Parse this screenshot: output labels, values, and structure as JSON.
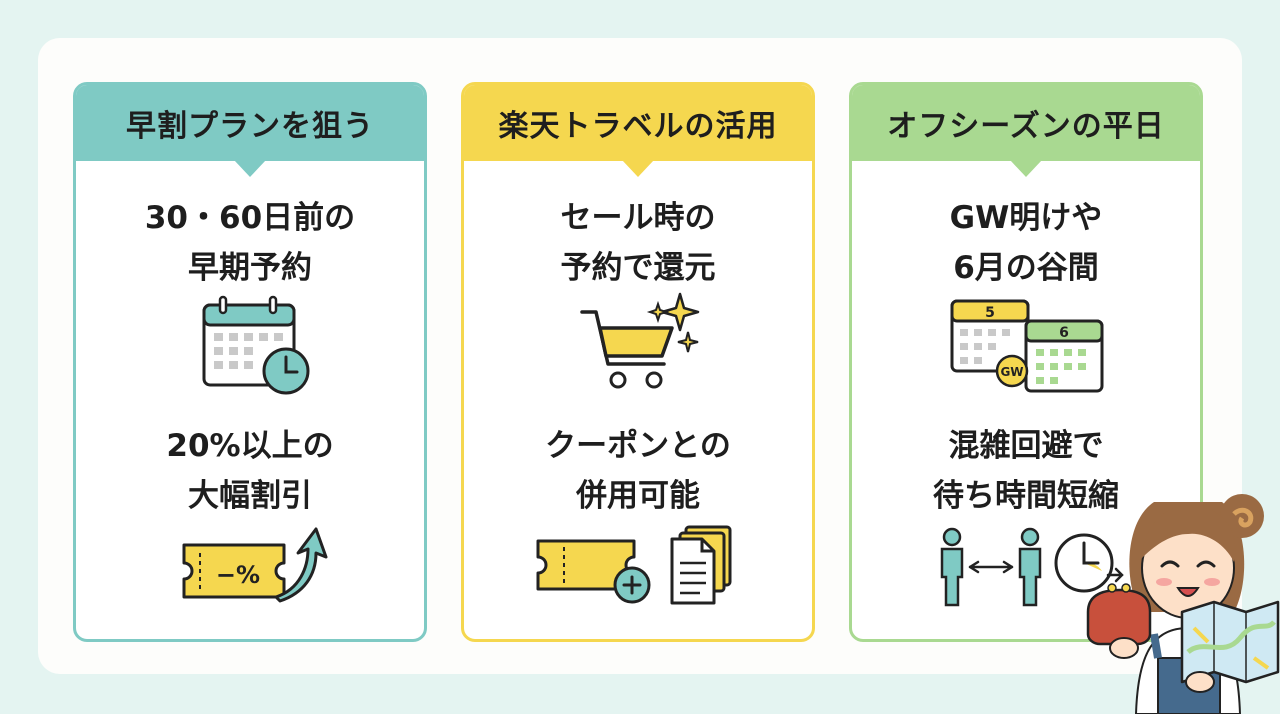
{
  "cards": [
    {
      "title": "早割プランを狙う",
      "block1": {
        "line1": "30・60日前の",
        "line2": "早期予約"
      },
      "block2": {
        "line1": "20%以上の",
        "line2": "大幅割引"
      },
      "discount_label": "−%",
      "accent": "#7fcac4"
    },
    {
      "title": "楽天トラベルの活用",
      "block1": {
        "line1": "セール時の",
        "line2": "予約で還元"
      },
      "block2": {
        "line1": "クーポンとの",
        "line2": "併用可能"
      },
      "accent": "#f5d74f"
    },
    {
      "title": "オフシーズンの平日",
      "block1": {
        "line1": "GW明けや",
        "line2": "6月の谷間"
      },
      "block2": {
        "line1": "混雑回避で",
        "line2": "待ち時間短縮"
      },
      "calendar_month_a": "5",
      "calendar_month_b": "6",
      "gw_badge": "GW",
      "accent": "#a9d991"
    }
  ],
  "icons": [
    "calendar-clock-icon",
    "discount-ticket-icon",
    "shopping-cart-sparkle-icon",
    "coupon-plus-icon",
    "documents-icon",
    "calendars-icon",
    "people-distance-icon",
    "clock-forward-icon",
    "girl-illustration"
  ]
}
